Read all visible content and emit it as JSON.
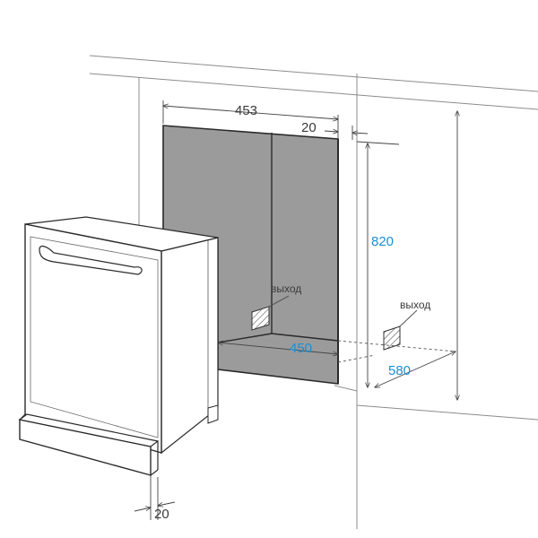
{
  "diagram": {
    "dimensions": {
      "niche_width": "453",
      "gap_top": "20",
      "niche_height": "820",
      "niche_inner_width": "450",
      "niche_depth": "580",
      "panel_offset": "20"
    },
    "labels": {
      "outlet_inside": "выход",
      "outlet_outside": "выход"
    },
    "colors": {
      "niche_fill": "#9b9b9b",
      "dimension_blue": "#1b8fd0",
      "line": "#2a2a2a"
    }
  }
}
